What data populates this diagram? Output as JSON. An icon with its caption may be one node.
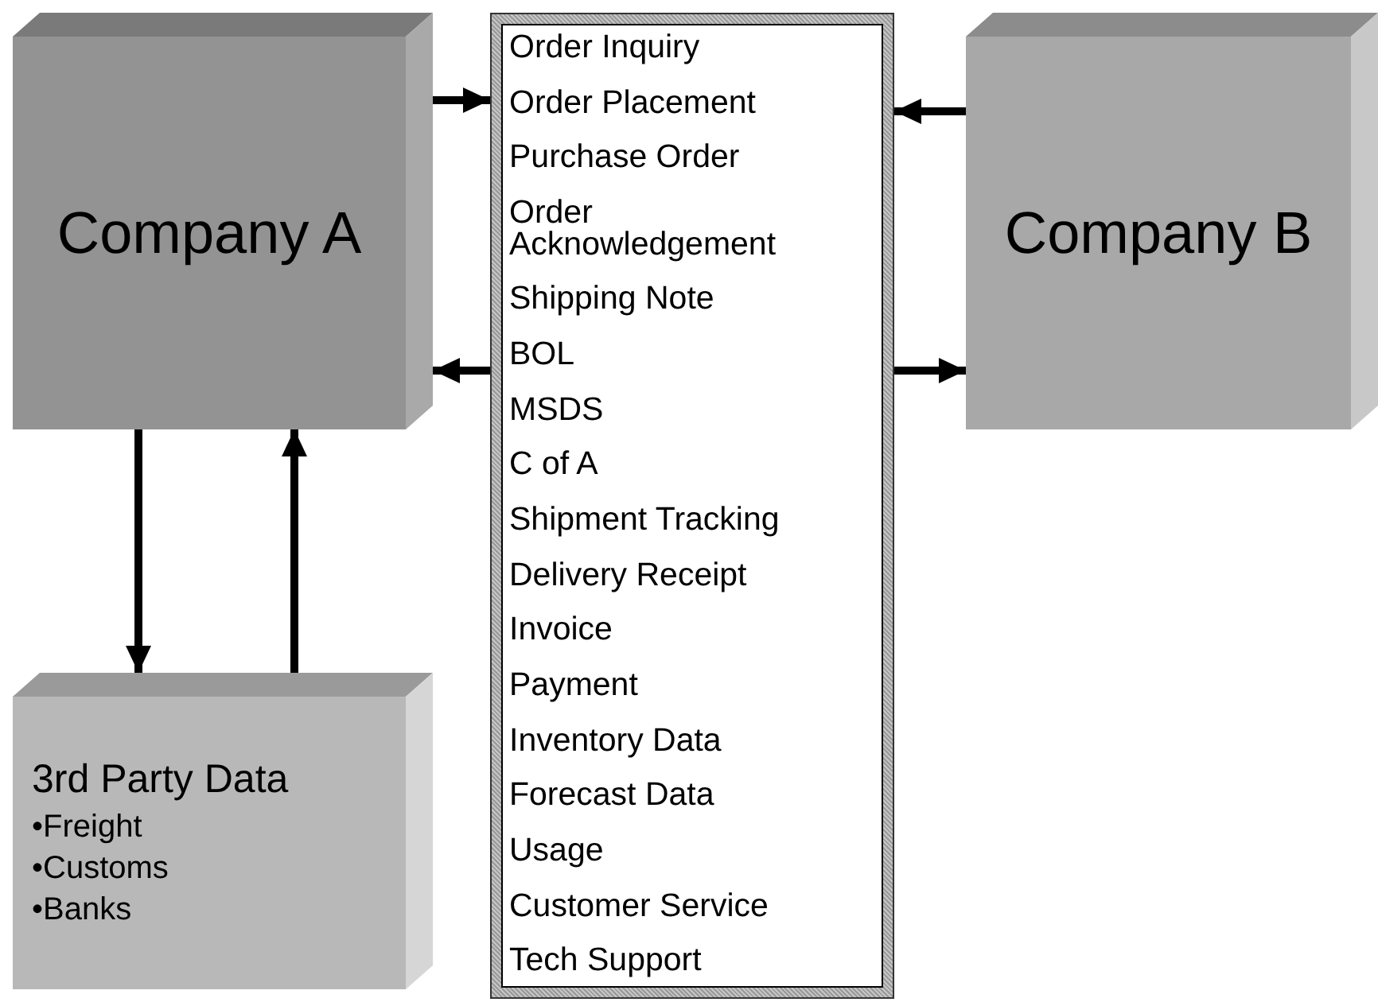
{
  "diagram": {
    "nodes": [
      {
        "text": [
          "Company A"
        ]
      },
      {
        "text": [
          "Order Inquiry",
          "Order Placement",
          "Purchase Order",
          "Order Acknowledgement",
          "Shipping Note",
          "BOL",
          "MSDS",
          "C of A",
          "Shipment Tracking",
          "Delivery Receipt",
          "Invoice",
          "Payment",
          "Inventory Data",
          "Forecast Data",
          "Usage",
          "Customer Service",
          "Tech Support"
        ]
      },
      {
        "text": [
          "Company B"
        ]
      },
      {
        "text": [
          "3rd Party Data",
          "•Freight",
          "•Customs",
          "•Banks"
        ]
      }
    ],
    "edges": [
      {
        "from": 0,
        "to": 1,
        "arrow": "to"
      },
      {
        "from": 2,
        "to": 1,
        "arrow": "to"
      },
      {
        "from": 1,
        "to": 0,
        "arrow": "to"
      },
      {
        "from": 1,
        "to": 2,
        "arrow": "to"
      },
      {
        "from": 0,
        "to": 3,
        "arrow": "to"
      },
      {
        "from": 3,
        "to": 0,
        "arrow": "to"
      }
    ]
  }
}
